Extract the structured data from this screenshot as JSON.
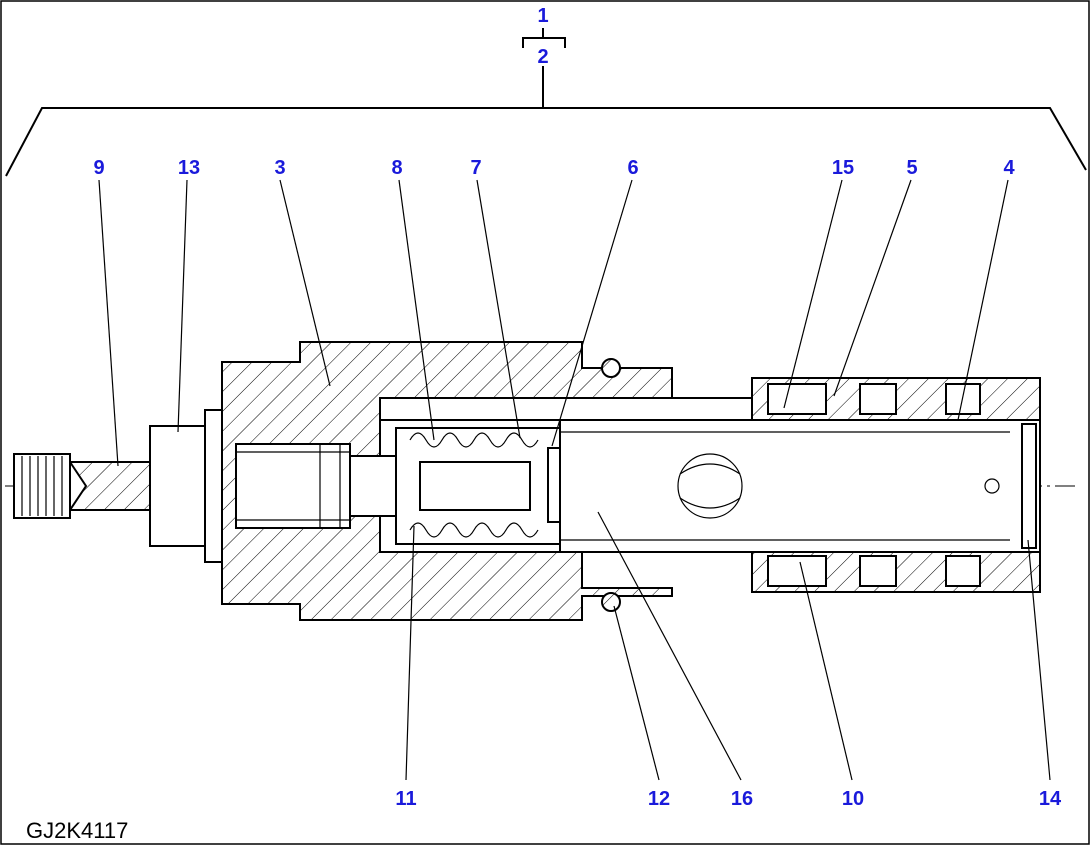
{
  "diagram": {
    "drawing_code": "GJ2K4117",
    "callouts": [
      {
        "id": "1",
        "label": "1"
      },
      {
        "id": "2",
        "label": "2"
      },
      {
        "id": "9",
        "label": "9"
      },
      {
        "id": "13",
        "label": "13"
      },
      {
        "id": "3",
        "label": "3"
      },
      {
        "id": "8",
        "label": "8"
      },
      {
        "id": "7",
        "label": "7"
      },
      {
        "id": "6",
        "label": "6"
      },
      {
        "id": "15",
        "label": "15"
      },
      {
        "id": "5",
        "label": "5"
      },
      {
        "id": "4",
        "label": "4"
      },
      {
        "id": "11",
        "label": "11"
      },
      {
        "id": "12",
        "label": "12"
      },
      {
        "id": "16",
        "label": "16"
      },
      {
        "id": "10",
        "label": "10"
      },
      {
        "id": "14",
        "label": "14"
      }
    ],
    "colors": {
      "callout": "#1a1adb",
      "line": "#000000",
      "background": "#ffffff"
    }
  }
}
